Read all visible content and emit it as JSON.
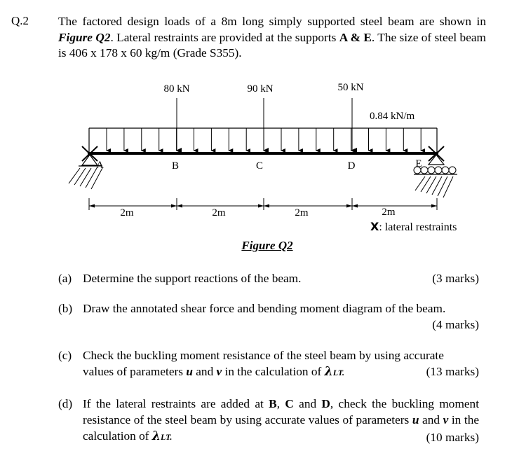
{
  "question": {
    "number": "Q.2",
    "intro": {
      "p1": "The factored design loads of a 8m long simply supported steel beam are shown in ",
      "figure_ref": "Figure Q2",
      "p2": ". Lateral restraints are provided at the supports ",
      "supports": "A & E",
      "p3": ". The size of steel beam is 406 x 178 x 60 kg/m (Grade S355)."
    }
  },
  "figure": {
    "caption": "Figure Q2",
    "point_loads": [
      "80 kN",
      "90 kN",
      "50 kN"
    ],
    "udl_label": "0.84 kN/m",
    "nodes": [
      "A",
      "B",
      "C",
      "D",
      "E"
    ],
    "spans": [
      "2m",
      "2m",
      "2m",
      "2m"
    ],
    "restraint_symbol": "X",
    "restraint_text": ": lateral restraints"
  },
  "parts": [
    {
      "label": "(a)",
      "text": "Determine the support reactions of the beam.",
      "marks": "(3 marks)"
    },
    {
      "label": "(b)",
      "text": "Draw the annotated shear force and bending moment diagram of the beam.",
      "marks": "(4 marks)"
    },
    {
      "label": "(c)",
      "line1": "Check the buckling moment resistance of the steel beam by using accurate",
      "line2a": "values of parameters ",
      "u": "u",
      "and": " and ",
      "v": "v",
      "line2b": " in the calculation of ",
      "lambda": "λ",
      "lt": "LT.",
      "marks": "(13 marks)"
    },
    {
      "label": "(d)",
      "line1a": "If the lateral restraints are added at ",
      "bcd1": "B",
      "comma": ", ",
      "bcd2": "C",
      "and_word": " and ",
      "bcd3": "D",
      "line1b": ", check the buckling moment resistance of the steel beam by using accurate values of parameters ",
      "u": "u",
      "and": " and ",
      "v": "v",
      "line2b": " in the calculation of ",
      "lambda": "λ",
      "lt": "LT.",
      "marks": "(10 marks)"
    }
  ]
}
